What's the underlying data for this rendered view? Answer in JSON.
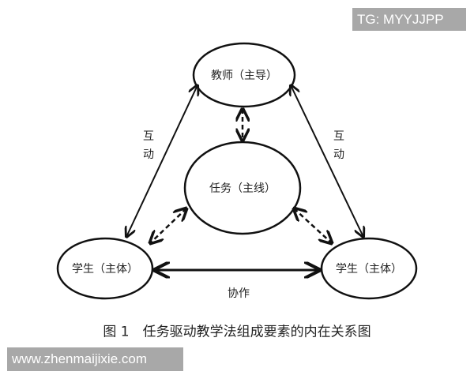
{
  "nodes": {
    "teacher": "教师（主导）",
    "task": "任务（主线）",
    "student_left": "学生（主体）",
    "student_right": "学生（主体）"
  },
  "edge_labels": {
    "left_1": "互",
    "left_2": "动",
    "right_1": "互",
    "right_2": "动",
    "bottom": "协作"
  },
  "caption": "图 1　任务驱动教学法组成要素的内在关系图",
  "watermarks": {
    "top": "TG: MYYJJPP",
    "bottom": "www.zhenmaijixie.com"
  }
}
